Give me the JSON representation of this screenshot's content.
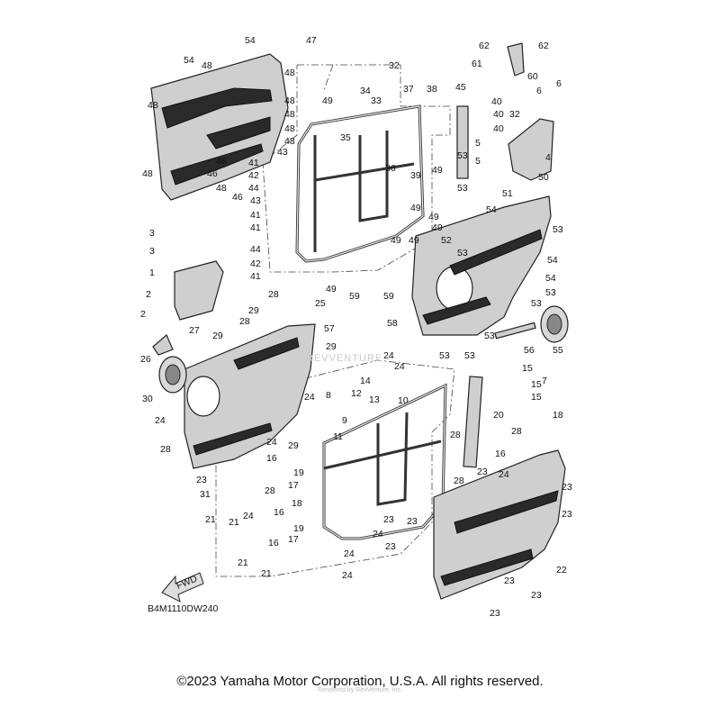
{
  "diagram": {
    "drawing_code": "B4M1110DW240",
    "copyright": "©2023 Yamaha Motor Corporation, U.S.A. All rights reserved.",
    "watermark_center": "REVVENTURE",
    "watermark_small": "Rendered by RevVenture, Inc.",
    "direction_label": "FWD",
    "callouts": [
      "54",
      "47",
      "62",
      "62",
      "61",
      "60",
      "54",
      "48",
      "32",
      "48",
      "48",
      "37",
      "38",
      "45",
      "40",
      "34",
      "6",
      "6",
      "33",
      "40",
      "32",
      "49",
      "48",
      "48",
      "40",
      "35",
      "48",
      "5",
      "48",
      "4",
      "43",
      "5",
      "53",
      "48",
      "41",
      "36",
      "39",
      "49",
      "46",
      "42",
      "53",
      "48",
      "48",
      "44",
      "46",
      "43",
      "51",
      "50",
      "41",
      "41",
      "54",
      "49",
      "49",
      "49",
      "3",
      "52",
      "53",
      "44",
      "3",
      "49",
      "49",
      "42",
      "54",
      "41",
      "53",
      "1",
      "54",
      "2",
      "49",
      "53",
      "28",
      "59",
      "59",
      "25",
      "53",
      "29",
      "2",
      "57",
      "58",
      "27",
      "28",
      "56",
      "55",
      "29",
      "29",
      "53",
      "53",
      "53",
      "26",
      "24",
      "15",
      "7",
      "15",
      "15",
      "14",
      "24",
      "30",
      "12",
      "10",
      "24",
      "13",
      "8",
      "20",
      "24",
      "28",
      "11",
      "9",
      "28",
      "28",
      "24",
      "18",
      "29",
      "16",
      "19",
      "23",
      "17",
      "28",
      "23",
      "28",
      "16",
      "31",
      "18",
      "24",
      "24",
      "23",
      "21",
      "21",
      "19",
      "16",
      "17",
      "23",
      "23",
      "23",
      "23",
      "24",
      "16",
      "24",
      "21",
      "21",
      "22",
      "24",
      "23",
      "23",
      "23"
    ]
  }
}
